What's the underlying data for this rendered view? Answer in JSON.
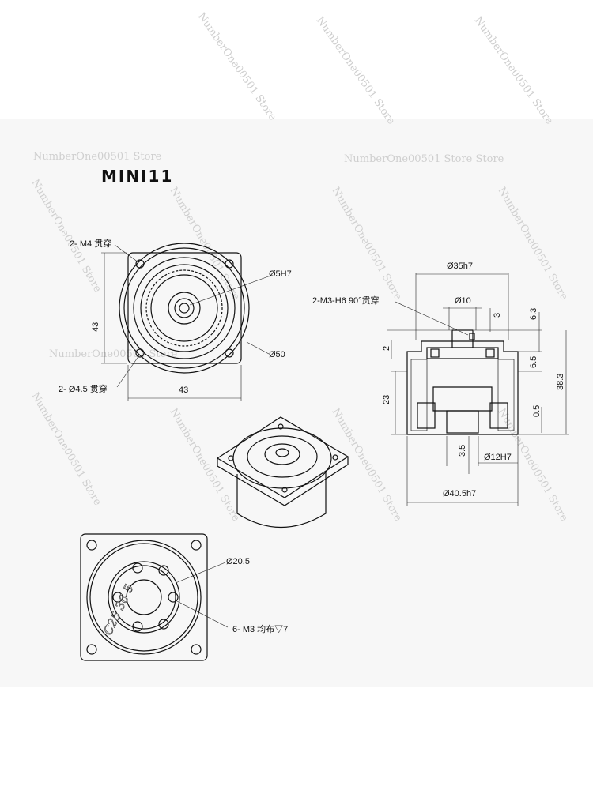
{
  "title": "MINI11",
  "watermark": "NumberOne00501 Store Store",
  "watermark_short": "NumberOne00501 Store",
  "top_view": {
    "hole_callout_top": "2- M4 贯穿",
    "hole_callout_bottom": "2- Ø4.5 贯穿",
    "bore_label": "Ø5H7",
    "outer_label": "Ø50",
    "height_dim": "43",
    "width_dim": "43"
  },
  "section_view": {
    "dia_top": "Ø35h7",
    "thread_callout": "2-M3-H6 90°贯穿",
    "dia_shaft": "Ø10",
    "dim_3": "3",
    "dim_63": "6.3",
    "dim_2": "2",
    "dim_65": "6.5",
    "dim_23": "23",
    "dim_383": "38.3",
    "dim_05": "0.5",
    "dim_35": "3.5",
    "dia_bore": "Ø12H7",
    "dia_base": "Ø40.5h7"
  },
  "bottom_view": {
    "pcd_label": "Ø20.5",
    "tap_callout": "6- M3 均布▽7",
    "engraving": "C25 36 5"
  },
  "colors": {
    "line": "#111111",
    "background": "#f7f7f7",
    "watermark": "#cfcfcf"
  }
}
